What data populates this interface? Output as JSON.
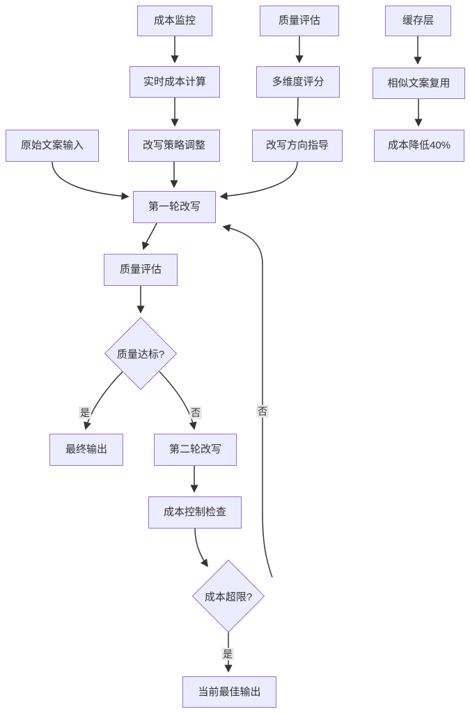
{
  "diagram": {
    "type": "flowchart",
    "background": "#ffffff",
    "node_fill": "#ECECFF",
    "node_border": "#9370DB",
    "edge_color": "#333333",
    "edge_label_bg": "#e8e8e8",
    "nodes": {
      "cost_monitor": {
        "label": "成本监控",
        "shape": "rect"
      },
      "quality_eval_top": {
        "label": "质量评估",
        "shape": "rect"
      },
      "cache_layer": {
        "label": "缓存层",
        "shape": "rect"
      },
      "realtime_cost": {
        "label": "实时成本计算",
        "shape": "rect"
      },
      "multi_score": {
        "label": "多维度评分",
        "shape": "rect"
      },
      "similar_reuse": {
        "label": "相似文案复用",
        "shape": "rect"
      },
      "original_input": {
        "label": "原始文案输入",
        "shape": "rect"
      },
      "strategy_adjust": {
        "label": "改写策略调整",
        "shape": "rect"
      },
      "direction_guide": {
        "label": "改写方向指导",
        "shape": "rect"
      },
      "cost_reduce": {
        "label": "成本降低40%",
        "shape": "rect"
      },
      "first_rewrite": {
        "label": "第一轮改写",
        "shape": "rect"
      },
      "quality_eval_mid": {
        "label": "质量评估",
        "shape": "rect"
      },
      "quality_ok": {
        "label": "质量达标?",
        "shape": "diamond"
      },
      "final_output": {
        "label": "最终输出",
        "shape": "rect"
      },
      "second_rewrite": {
        "label": "第二轮改写",
        "shape": "rect"
      },
      "cost_check": {
        "label": "成本控制检查",
        "shape": "rect"
      },
      "cost_over": {
        "label": "成本超限?",
        "shape": "diamond"
      },
      "best_output": {
        "label": "当前最佳输出",
        "shape": "rect"
      }
    },
    "edge_labels": {
      "yes1": "是",
      "no1": "否",
      "no_loop": "否",
      "yes2": "是"
    },
    "edges": [
      {
        "from": "成本监控",
        "to": "实时成本计算",
        "label": ""
      },
      {
        "from": "实时成本计算",
        "to": "改写策略调整",
        "label": ""
      },
      {
        "from": "改写策略调整",
        "to": "第一轮改写",
        "label": ""
      },
      {
        "from": "质量评估",
        "to": "多维度评分",
        "label": ""
      },
      {
        "from": "多维度评分",
        "to": "改写方向指导",
        "label": ""
      },
      {
        "from": "缓存层",
        "to": "相似文案复用",
        "label": ""
      },
      {
        "from": "相似文案复用",
        "to": "成本降低40%",
        "label": ""
      },
      {
        "from": "原始文案输入",
        "to": "第一轮改写",
        "label": ""
      },
      {
        "from": "改写方向指导",
        "to": "第一轮改写",
        "label": ""
      },
      {
        "from": "第一轮改写",
        "to": "质量评估",
        "label": ""
      },
      {
        "from": "质量评估",
        "to": "质量达标?",
        "label": ""
      },
      {
        "from": "质量达标?",
        "to": "最终输出",
        "label": "是"
      },
      {
        "from": "质量达标?",
        "to": "第二轮改写",
        "label": "否"
      },
      {
        "from": "第二轮改写",
        "to": "成本控制检查",
        "label": ""
      },
      {
        "from": "成本控制检查",
        "to": "成本超限?",
        "label": ""
      },
      {
        "from": "成本超限?",
        "to": "当前最佳输出",
        "label": "是"
      },
      {
        "from": "成本超限?",
        "to": "第一轮改写",
        "label": "否"
      }
    ]
  }
}
